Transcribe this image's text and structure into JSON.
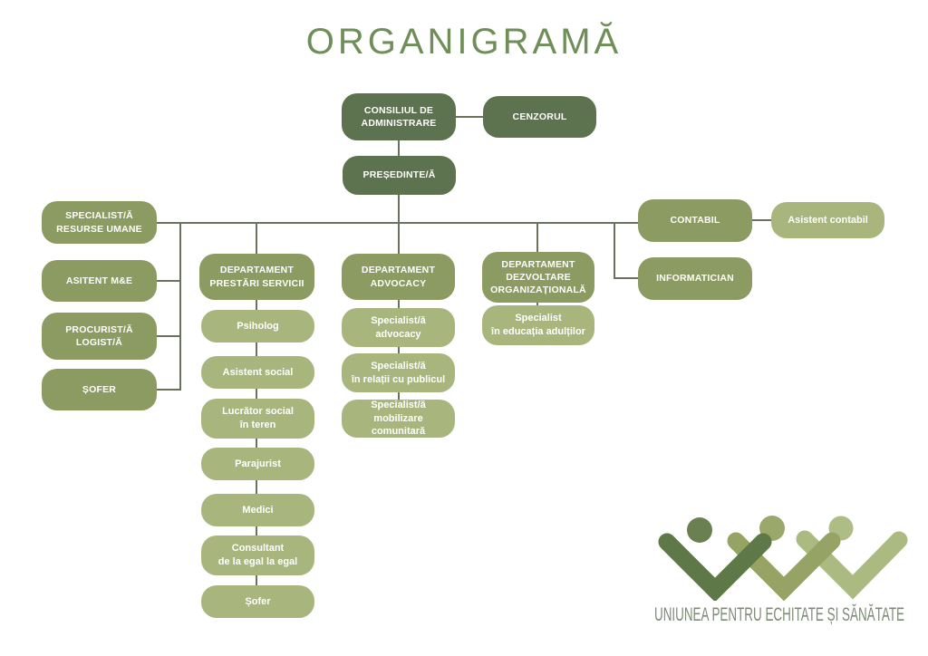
{
  "title": "ORGANIGRAMĂ",
  "palette": {
    "dark_box": "#5d724e",
    "medium_box": "#8c9b61",
    "light_box": "#a8b67e",
    "connector": "#68725d",
    "title_text": "#6f8e59",
    "box_text": "#ffffff",
    "logo_text_color": "#7c8b75"
  },
  "org": {
    "consiliul": "CONSILIUL DE\nADMINISTRARE",
    "cenzorul": "CENZORUL",
    "presedinte": "PREȘEDINTE/Ă",
    "left_branch": {
      "specialist_resurse_umane": "SPECIALIST/Ă\nRESURSE UMANE",
      "asitent_me": "ASITENT M&E",
      "procurist_logist": "PROCURIST/Ă\nLOGIST/Ă",
      "sofer": "ȘOFER"
    },
    "servicii": {
      "header": "DEPARTAMENT\nPRESTĂRI SERVICII",
      "children": [
        "Psiholog",
        "Asistent social",
        "Lucrător social\nîn teren",
        "Parajurist",
        "Medici",
        "Consultant\nde la egal la egal",
        "Șofer"
      ]
    },
    "advocacy": {
      "header": "DEPARTAMENT\nADVOCACY",
      "children": [
        "Specialist/ă\nadvocacy",
        "Specialist/ă\nîn relații cu publicul",
        "Specialist/ă\nmobilizare comunitară"
      ]
    },
    "dezvoltare": {
      "header": "DEPARTAMENT\nDEZVOLTARE\nORGANIZAȚIONALĂ",
      "children": [
        "Specialist\nîn educația adulților"
      ]
    },
    "right_branch": {
      "contabil": "CONTABIL",
      "asistent_contabil": "Asistent contabil",
      "informatician": "INFORMATICIAN"
    }
  },
  "footer": {
    "logo_text": "UNIUNEA PENTRU ECHITATE ȘI SĂNĂTATE",
    "logo_people": [
      {
        "head": "#6a8050",
        "body": "#5e7947"
      },
      {
        "head": "#9aa86c",
        "body": "#95a365"
      },
      {
        "head": "#aebd86",
        "body": "#aaba81"
      }
    ]
  }
}
